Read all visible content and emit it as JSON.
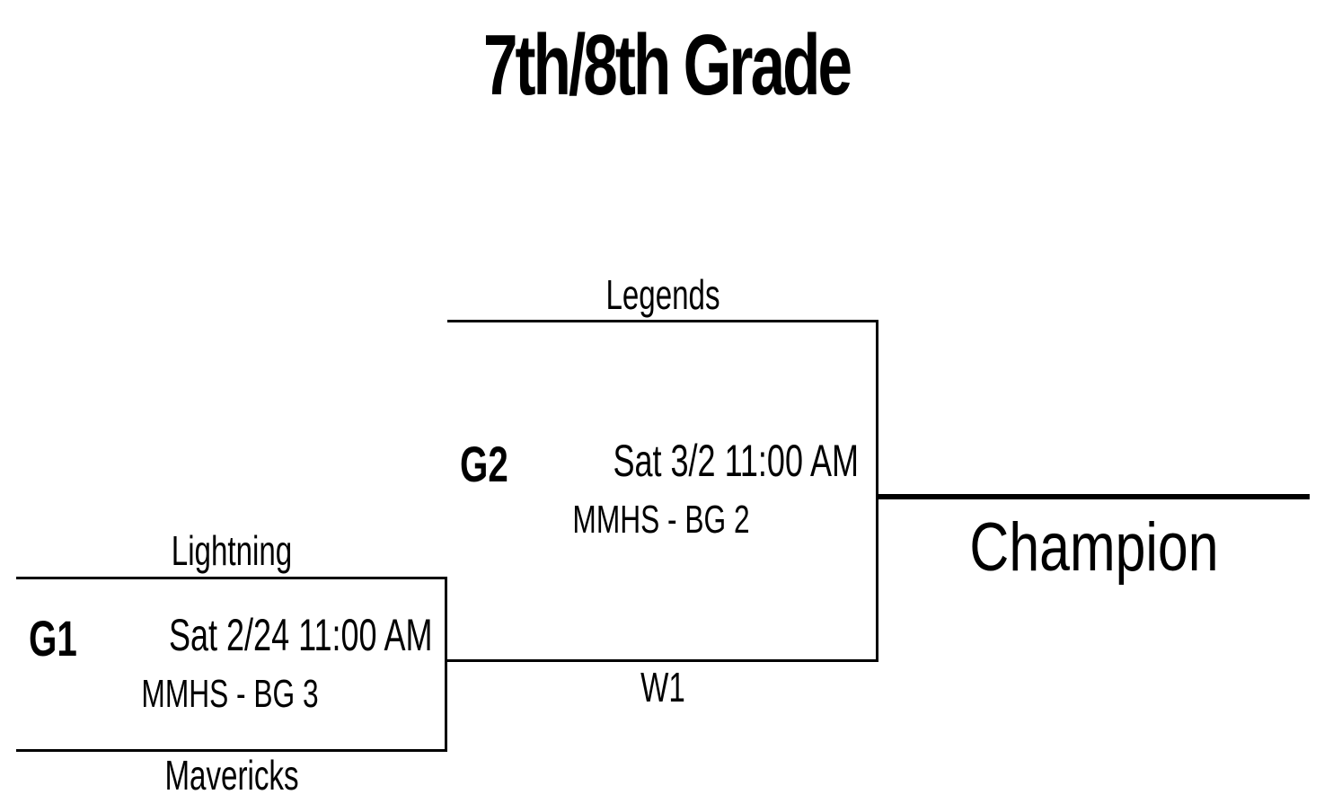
{
  "title": "7th/8th Grade",
  "games": [
    {
      "id": "G1",
      "top_team": "Lightning",
      "bottom_team": "Mavericks",
      "datetime": "Sat 2/24  11:00 AM",
      "location": "MMHS - BG 3"
    },
    {
      "id": "G2",
      "top_team": "Legends",
      "bottom_team": "W1",
      "datetime": "Sat 3/2  11:00 AM",
      "location": "MMHS - BG 2"
    }
  ],
  "champion_label": "Champion"
}
